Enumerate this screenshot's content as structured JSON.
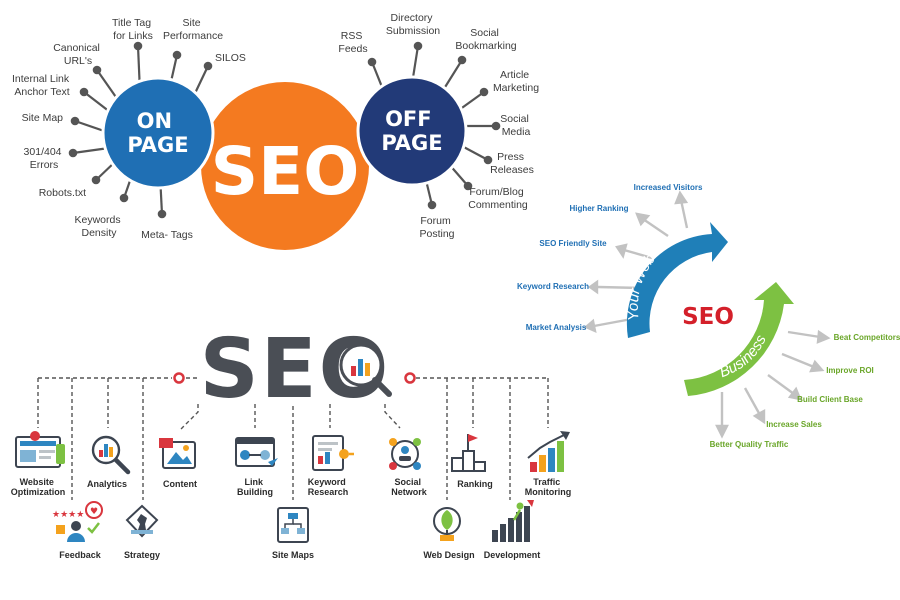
{
  "mindmap": {
    "center_label": "SEO",
    "on_page": {
      "title_lines": [
        "ON",
        "PAGE"
      ],
      "items": [
        {
          "lines": [
            "Title Tag",
            "for Links"
          ]
        },
        {
          "lines": [
            "Site",
            "Performance"
          ]
        },
        {
          "lines": [
            "Canonical",
            "URL's"
          ]
        },
        {
          "lines": [
            "SILOS"
          ]
        },
        {
          "lines": [
            "Internal Link",
            "Anchor Text"
          ]
        },
        {
          "lines": [
            "Site Map"
          ]
        },
        {
          "lines": [
            "301/404",
            "Errors"
          ]
        },
        {
          "lines": [
            "Robots.txt"
          ]
        },
        {
          "lines": [
            "Keywords",
            "Density"
          ]
        },
        {
          "lines": [
            "Meta- Tags"
          ]
        }
      ]
    },
    "off_page": {
      "title_lines": [
        "OFF",
        "PAGE"
      ],
      "items": [
        {
          "lines": [
            "RSS",
            "Feeds"
          ]
        },
        {
          "lines": [
            "Directory",
            "Submission"
          ]
        },
        {
          "lines": [
            "Social",
            "Bookmarking"
          ]
        },
        {
          "lines": [
            "Article",
            "Marketing"
          ]
        },
        {
          "lines": [
            "Social",
            "Media"
          ]
        },
        {
          "lines": [
            "Press",
            "Releases"
          ]
        },
        {
          "lines": [
            "Forum/Blog",
            "Commenting"
          ]
        },
        {
          "lines": [
            "Forum",
            "Posting"
          ]
        }
      ]
    }
  },
  "cycle": {
    "center_label": "SEO",
    "website_label": "Your Web Site",
    "business_label": "Business",
    "website_items": [
      "Increased Visitors",
      "Higher Ranking",
      "SEO Friendly Site",
      "Keyword Research",
      "Market Analysis"
    ],
    "business_items": [
      "Beat Competitors",
      "Improve ROI",
      "Build Client Base",
      "Increase Sales",
      "Better Quality Traffic"
    ],
    "colors": {
      "website": "#1f7fb8",
      "business": "#7dc142",
      "seo": "#d4202a"
    }
  },
  "tree": {
    "title": "SEO",
    "items_top": [
      {
        "lines": [
          "Website",
          "Optimization"
        ],
        "icon": "website-optimization-icon"
      },
      {
        "lines": [
          "Analytics"
        ],
        "icon": "analytics-icon"
      },
      {
        "lines": [
          "Content"
        ],
        "icon": "content-icon"
      },
      {
        "lines": [
          "Link",
          "Building"
        ],
        "icon": "link-building-icon"
      },
      {
        "lines": [
          "Keyword",
          "Research"
        ],
        "icon": "keyword-research-icon"
      },
      {
        "lines": [
          "Social",
          "Network"
        ],
        "icon": "social-network-icon"
      },
      {
        "lines": [
          "Ranking"
        ],
        "icon": "ranking-icon"
      },
      {
        "lines": [
          "Traffic",
          "Monitoring"
        ],
        "icon": "traffic-monitoring-icon"
      }
    ],
    "items_bottom": [
      {
        "lines": [
          "Feedback"
        ],
        "icon": "feedback-icon"
      },
      {
        "lines": [
          "Strategy"
        ],
        "icon": "strategy-icon"
      },
      {
        "lines": [
          "Site Maps"
        ],
        "icon": "site-maps-icon"
      },
      {
        "lines": [
          "Web Design"
        ],
        "icon": "web-design-icon"
      },
      {
        "lines": [
          "Development"
        ],
        "icon": "development-icon"
      }
    ],
    "colors": {
      "title": "#4a4e55",
      "accent": "#d9363e",
      "connector": "#555555"
    }
  },
  "colors": {
    "seo_orange": "#f47a20",
    "on_page_blue": "#1f6fb4",
    "off_page_navy": "#223a78",
    "spoke_gray": "#555555"
  }
}
